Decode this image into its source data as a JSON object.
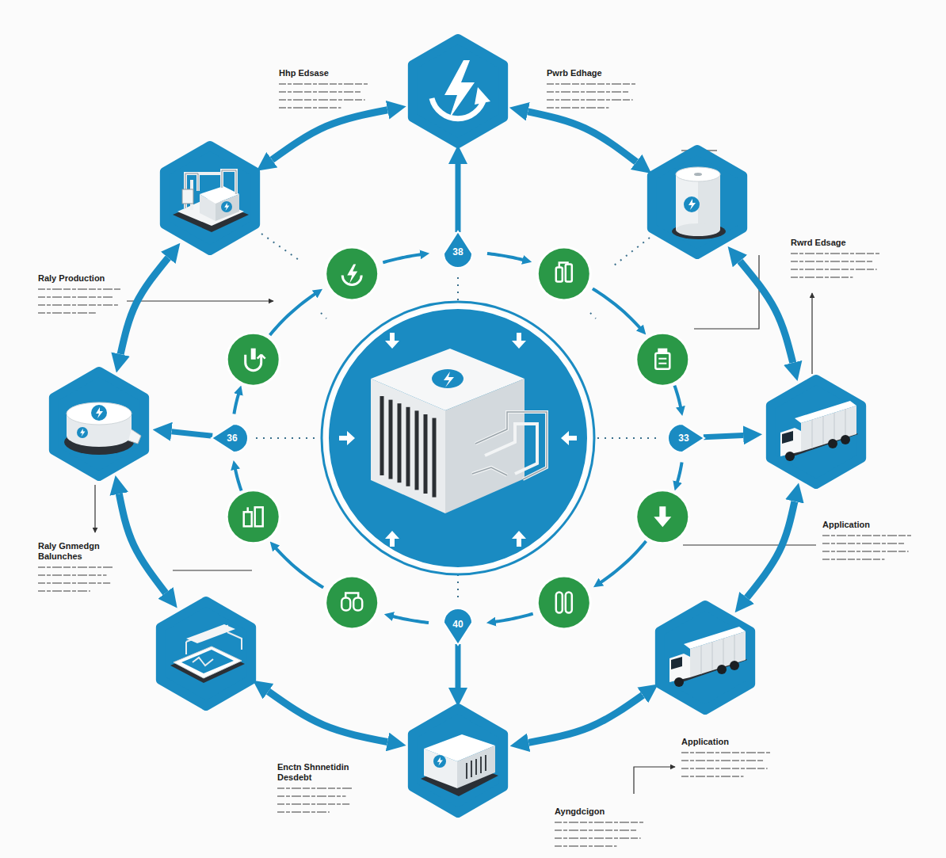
{
  "diagram": {
    "nodes": [
      {
        "text": [
          "Pwrb Edhage"
        ]
      },
      {
        "text": [
          "Hhp Edsase"
        ]
      },
      {
        "text": [
          "Rwrd Edsage"
        ]
      },
      {
        "text": [
          "38"
        ]
      },
      {
        "text": [
          "Raly Production"
        ]
      },
      {
        "text": [
          "36"
        ]
      },
      {
        "text": [
          "33"
        ]
      },
      {
        "text": [
          "Application"
        ]
      },
      {
        "text": [
          "Raly Gnmedgn Balunches"
        ]
      },
      {
        "text": [
          "40"
        ]
      },
      {
        "text": [
          "Application"
        ]
      },
      {
        "text": [
          "Ayngdcigon"
        ]
      }
    ],
    "edges": [
      {
        "from": 0,
        "to": 2,
        "arrow": "both"
      },
      {
        "from": 2,
        "to": 7,
        "arrow": "both"
      },
      {
        "from": 7,
        "to": 10,
        "arrow": "both"
      },
      {
        "from": 10,
        "to": 11,
        "arrow": "both"
      },
      {
        "from": 11,
        "to": 8,
        "arrow": "both"
      },
      {
        "from": 8,
        "to": 4,
        "arrow": "both"
      },
      {
        "from": 4,
        "to": 1,
        "arrow": "both"
      },
      {
        "from": 1,
        "to": 0,
        "arrow": "both"
      },
      {
        "from": 3,
        "to": 0,
        "arrow": "to"
      },
      {
        "from": 5,
        "to": 4,
        "arrow": "to"
      },
      {
        "from": 6,
        "to": 7,
        "arrow": "to"
      },
      {
        "from": 9,
        "to": 11,
        "arrow": "to"
      }
    ],
    "labels": [
      "Enctn Shnnetidin Desdebt"
    ]
  }
}
